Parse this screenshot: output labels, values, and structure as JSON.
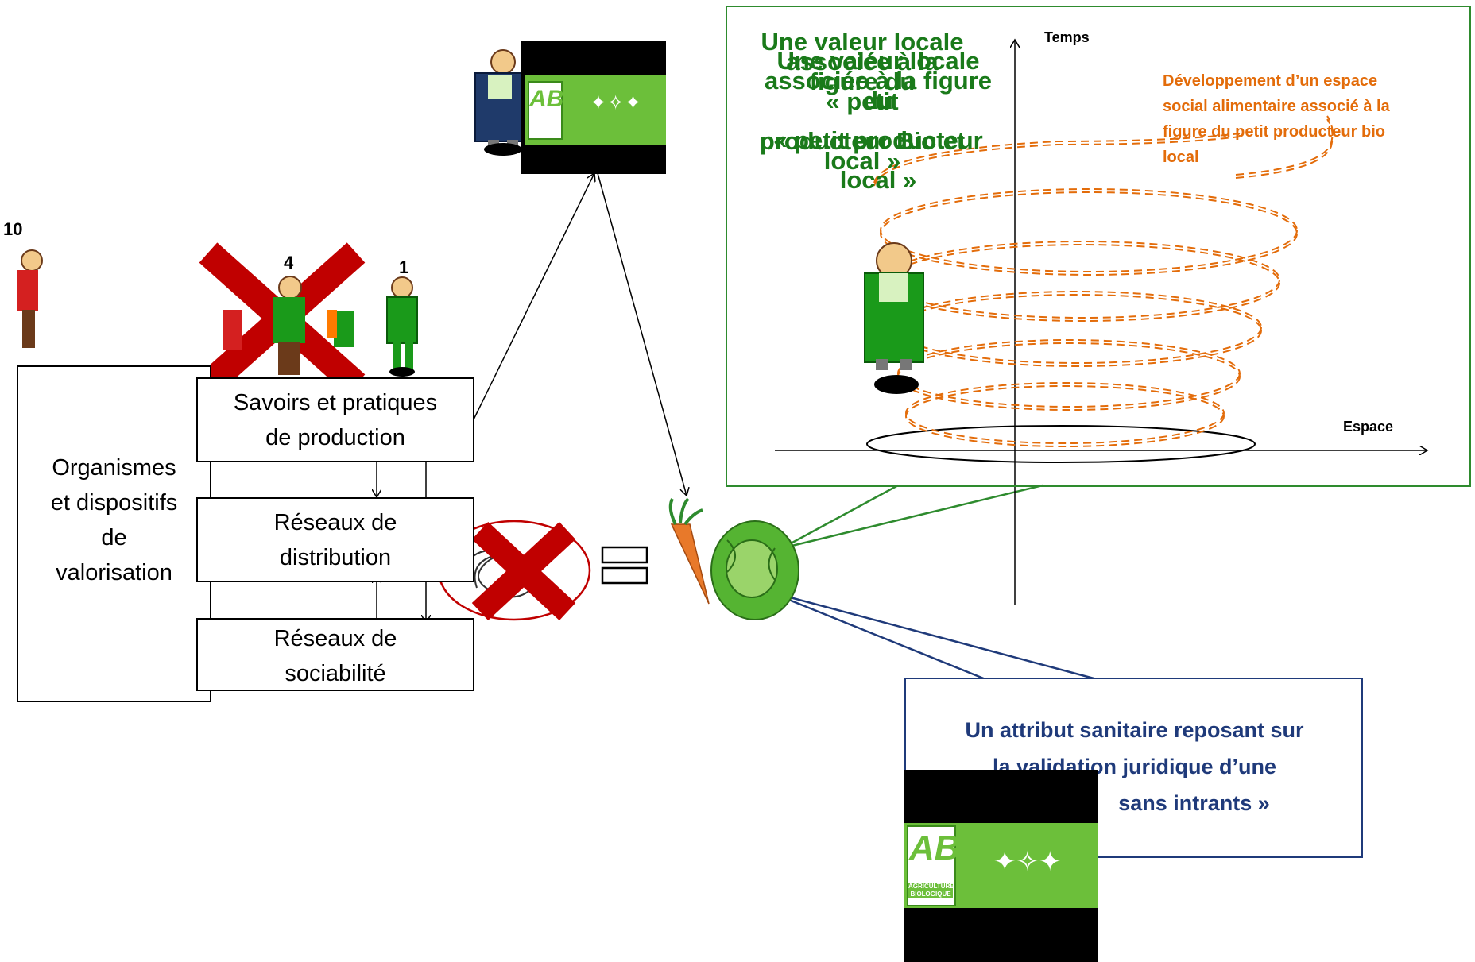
{
  "left_diagram": {
    "organisms_label": [
      "Organismes",
      "et dispositifs",
      "de",
      "valorisation"
    ],
    "box_savoirs": [
      "Savoirs et pratiques",
      "de production"
    ],
    "box_distribution": [
      "Réseaux de",
      "distribution"
    ],
    "box_sociabilite": [
      "Réseaux de",
      "sociabilité"
    ],
    "producer_numbers": [
      "10",
      "4",
      "1"
    ]
  },
  "spiral_panel": {
    "green_title_layer1": [
      "Une valeur locale",
      "associée à la",
      "figure du",
      "« petit",
      "producteur Bio et",
      "local »"
    ],
    "green_title_layer2": [
      "Une valeur locale",
      "associée à la figure",
      "du",
      "« petit producteur",
      "local »"
    ],
    "orange_caption": [
      "Développement d’un espace",
      "social alimentaire  associé à la",
      "figure du petit producteur bio",
      "local"
    ],
    "axis_y_label": "Temps",
    "axis_x_label": "Espace"
  },
  "sanitary_callout": {
    "lines": [
      "Un attribut sanitaire reposant sur",
      "la validation juridique d’une",
      "sans intrants »"
    ]
  },
  "logos": {
    "ab_letters": "AB",
    "ab_caption_small": [
      "AGRICULTURE",
      "BIOLOGIQUE"
    ]
  },
  "colors": {
    "panel_border": "#2e8b2e",
    "green_text": "#1a7a1a",
    "orange": "#e36c0a",
    "navy": "#1f3a7a",
    "red_cross": "#c00000",
    "ab_green": "#6cbf3a"
  }
}
